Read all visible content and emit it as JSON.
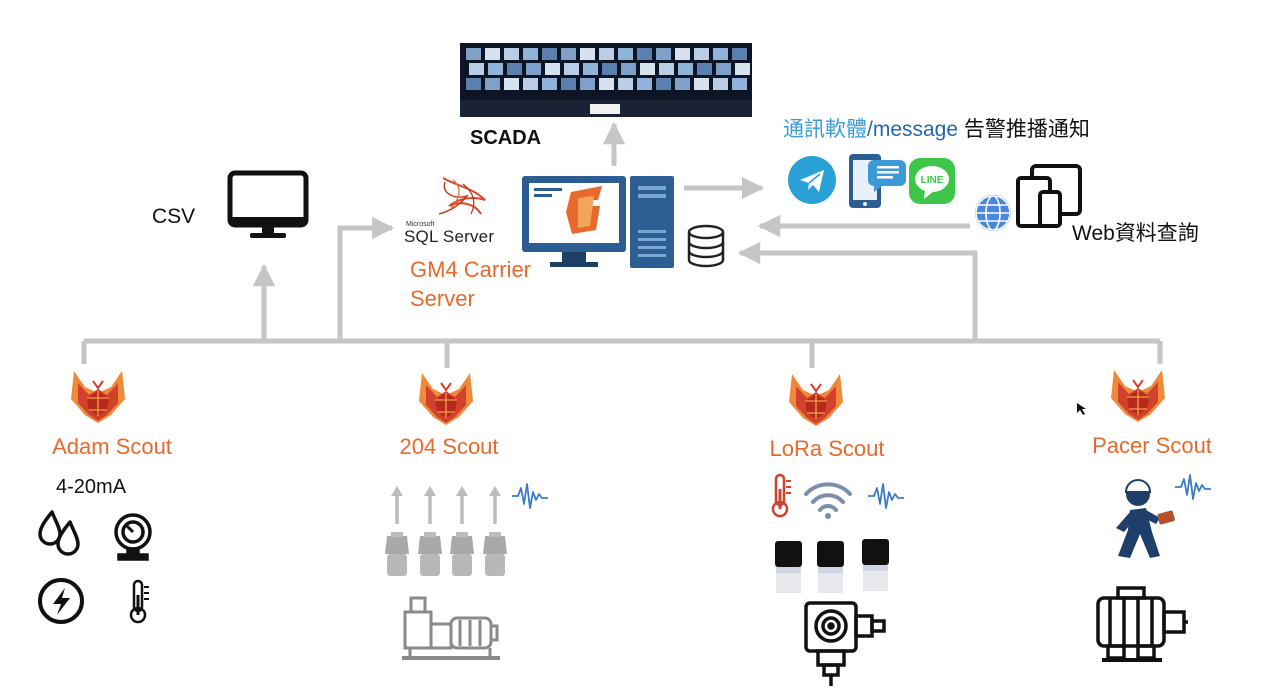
{
  "top": {
    "scada_label": "SCADA",
    "csv_label": "CSV",
    "sql_server": {
      "vendor": "Microsoft",
      "name": "SQL Server"
    },
    "server_label": [
      "GM4 Carrier",
      "Server"
    ],
    "message_label": {
      "part1": "通訊軟體",
      "part2": "/message",
      "part3": " 告警推播通知"
    },
    "web_label": "Web資料查詢"
  },
  "icons": {
    "scada": "control-room-photo",
    "csv": "monitor-icon",
    "sql": "sql-server-logo",
    "server": "computer-tower-icon",
    "database": "database-icon",
    "telegram": "telegram-icon",
    "sms": "phone-chat-icon",
    "line": "line-app-icon",
    "globe": "globe-icon",
    "devices": "devices-icon"
  },
  "icon_text": {
    "line": "LINE"
  },
  "devices": [
    {
      "name": "Adam Scout",
      "extra_label": "4-20mA",
      "sensors": [
        "water-drops-icon",
        "pressure-gauge-icon",
        "electricity-icon",
        "thermometer-icon"
      ]
    },
    {
      "name": "204 Scout",
      "sensors": [
        "vibration-sensor-icon",
        "waveform-icon"
      ],
      "equipment": "pump-motor-icon"
    },
    {
      "name": "LoRa Scout",
      "sensors": [
        "thermometer-icon",
        "wifi-icon",
        "waveform-icon",
        "lora-sensor-icon"
      ],
      "equipment": "gearbox-motor-icon"
    },
    {
      "name": "Pacer Scout",
      "sensors": [
        "inspector-walking-icon",
        "waveform-icon"
      ],
      "equipment": "electric-motor-icon"
    }
  ],
  "colors": {
    "accent": "#e8692c",
    "connector": "#c6c6c6",
    "blue_icon": "#3b7bc8",
    "logo_red": "#d2412c",
    "logo_orange": "#ee8a3a",
    "telegram": "#2aa0d8",
    "line": "#3ec64a"
  }
}
